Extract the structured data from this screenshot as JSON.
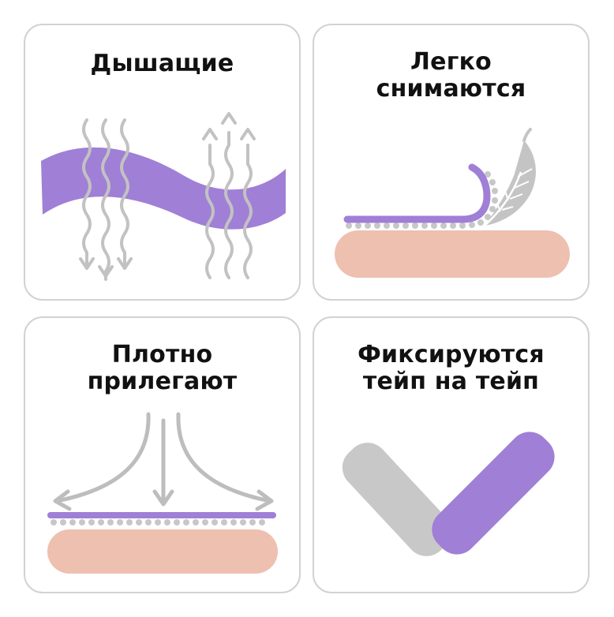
{
  "colors": {
    "purple": "#a07fd6",
    "skin": "#eec0b0",
    "gray": "#c7c7c7",
    "arrow_gray": "#bdbdbd"
  },
  "cards": [
    {
      "lines": [
        "Дышащие"
      ],
      "icon": "breathable-wave-icon"
    },
    {
      "lines": [
        "Легко",
        "снимаются"
      ],
      "icon": "peel-off-feather-icon"
    },
    {
      "lines": [
        "Плотно",
        "прилегают"
      ],
      "icon": "tight-fit-arrows-icon"
    },
    {
      "lines": [
        "Фиксируются",
        "тейп на тейп"
      ],
      "icon": "tape-on-tape-icon"
    }
  ]
}
